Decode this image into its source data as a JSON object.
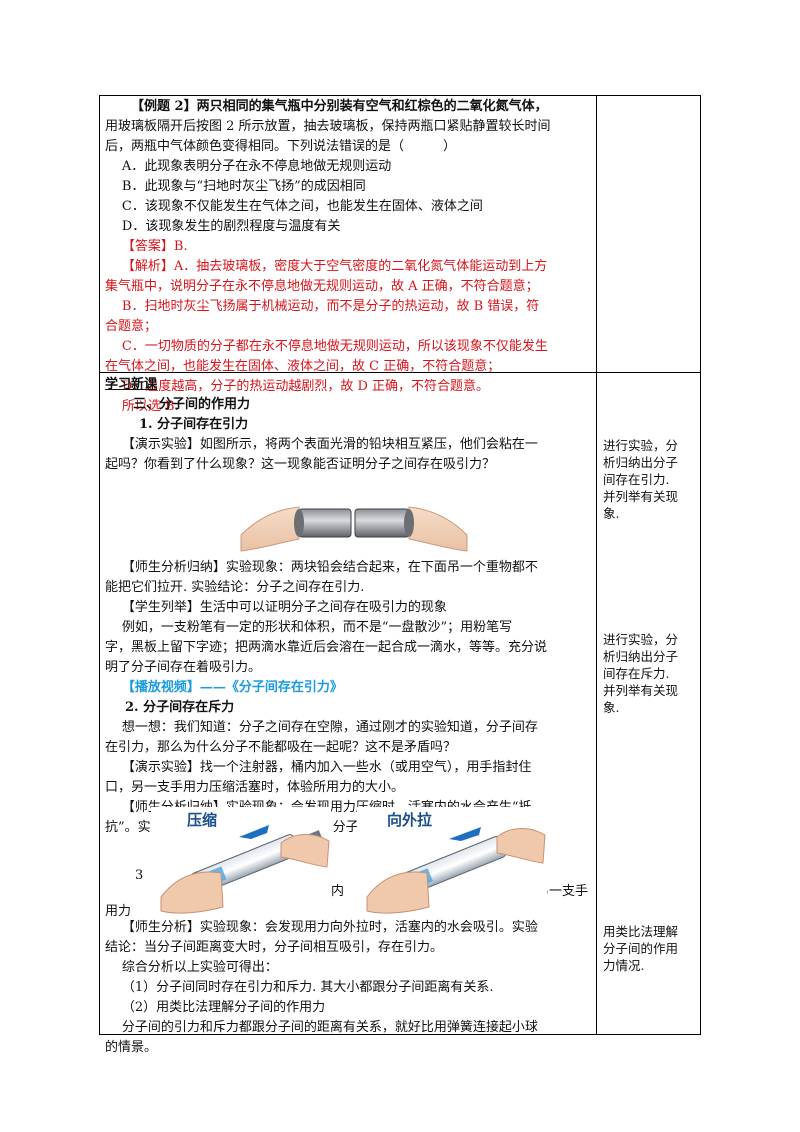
{
  "ex2": {
    "q1": "【例题 2】两只相同的集气瓶中分别装有空气和红棕色的二氧化氮气体，",
    "q2": "用玻璃板隔开后按图 2 所示放置，抽去玻璃板，保持两瓶口紧贴静置较长时间",
    "q3": "后，两瓶中气体颜色变得相同。下列说法错误的是（　　　）",
    "optA": "A．此现象表明分子在永不停息地做无规则运动",
    "optB": "B．此现象与“扫地时灰尘飞扬”的成因相同",
    "optC": "C．该现象不仅能发生在气体之间，也能发生在固体、液体之间",
    "optD": "D．该现象发生的剧烈程度与温度有关",
    "answer": "【答案】B.",
    "exp1": "【解析】A．抽去玻璃板，密度大于空气密度的二氧化氮气体能运动到上方",
    "exp2": "集气瓶中，说明分子在永不停息地做无规则运动，故 A 正确，不符合题意；",
    "exp3": "B．扫地时灰尘飞扬属于机械运动，而不是分子的热运动，故 B 错误，符",
    "exp4": "合题意；",
    "exp5": "C．一切物质的分子都在永不停息地做无规则运动，所以该现象不仅能发生",
    "exp6": "在气体之间，也能发生在固体、液体之间，故 C 正确，不符合题意；",
    "exp7": "D．温度越高，分子的热运动越剧烈，故 D 正确，不符合题意。",
    "exp8": "所以选 B."
  },
  "lesson": {
    "heading": "学习新课",
    "section3": "三、分子间的作用力",
    "sub1": "1.  分子间存在引力",
    "demo1a": "【演示实验】如图所示，将两个表面光滑的铅块相互紧压，他们会粘在一",
    "demo1b": "起吗？你看到了什么现象？这一现象能否证明分子之间存在吸引力？",
    "analysis1a": "【师生分析归纳】实验现象：两块铅会结合起来，在下面吊一个重物都不",
    "analysis1b": "能把它们拉开. 实验结论：分子之间存在引力.",
    "list1": "【学生列举】生活中可以证明分子之间存在吸引力的现象",
    "list2": "例如，一支粉笔有一定的形状和体积，而不是“一盘散沙”；用粉笔写",
    "list3": "字，黑板上留下字迹；把两滴水靠近后会溶在一起合成一滴水，等等。充分说",
    "list4": "明了分子间存在着吸引力。",
    "video": "【播放视频】——《分子间存在引力》",
    "sub2": "2.  分子间存在斥力",
    "think1": "想一想：我们知道：分子之间存在空隙，通过刚才的实验知道，分子间存",
    "think2": "在引力，那么为什么分子不能都吸在一起呢？这不是矛盾吗？",
    "demo2a": "【演示实验】找一个注射器，桶内加入一些水（或用空气），用手指封住",
    "demo2b": "口，另一支手用力压缩活塞时，体验所用力的大小。",
    "analysis2a": "【师生分析归纳】实验现象：会发现用力压缩时，活塞内的水会产生“抵",
    "analysis2b": "抗”。实验结论：当分子间距离变小时，分子间相互排斥，存在斥力。",
    "label_compress": "压缩",
    "label_pull": "向外拉",
    "hidden3": "3",
    "hidden_mid": "内",
    "hidden_right": "，另一支手",
    "hidden_left": "用力",
    "analysis3a": "【师生分析】实验现象：会发现用力向外拉时，活塞内的水会吸引。实验",
    "analysis3b": "结论：当分子间距离变大时，分子间相互吸引，存在引力。",
    "sum0": "综合分析以上实验可得出：",
    "sum1": "（1）分子间同时存在引力和斥力. 其大小都跟分子间距离有关系.",
    "sum2": "（2）用类比法理解分子间的作用力",
    "sum3": "分子间的引力和斥力都跟分子间的距离有关系，就好比用弹簧连接起小球",
    "sum4": "的情景。"
  },
  "side_notes": {
    "n1": [
      "进行实验，分",
      "析归纳出分子",
      "间存在引力.",
      "并列举有关现",
      "象."
    ],
    "n2": [
      "进行实验，分",
      "析归纳出分子",
      "间存在斥力.",
      "并列举有关现",
      "象."
    ],
    "n3": [
      "用类比法理解",
      "分子间的作用",
      "力情况."
    ]
  },
  "colors": {
    "answer_red": "#d8141a",
    "video_blue": "#1a9be0",
    "label_navy": "#1a4e8f"
  }
}
